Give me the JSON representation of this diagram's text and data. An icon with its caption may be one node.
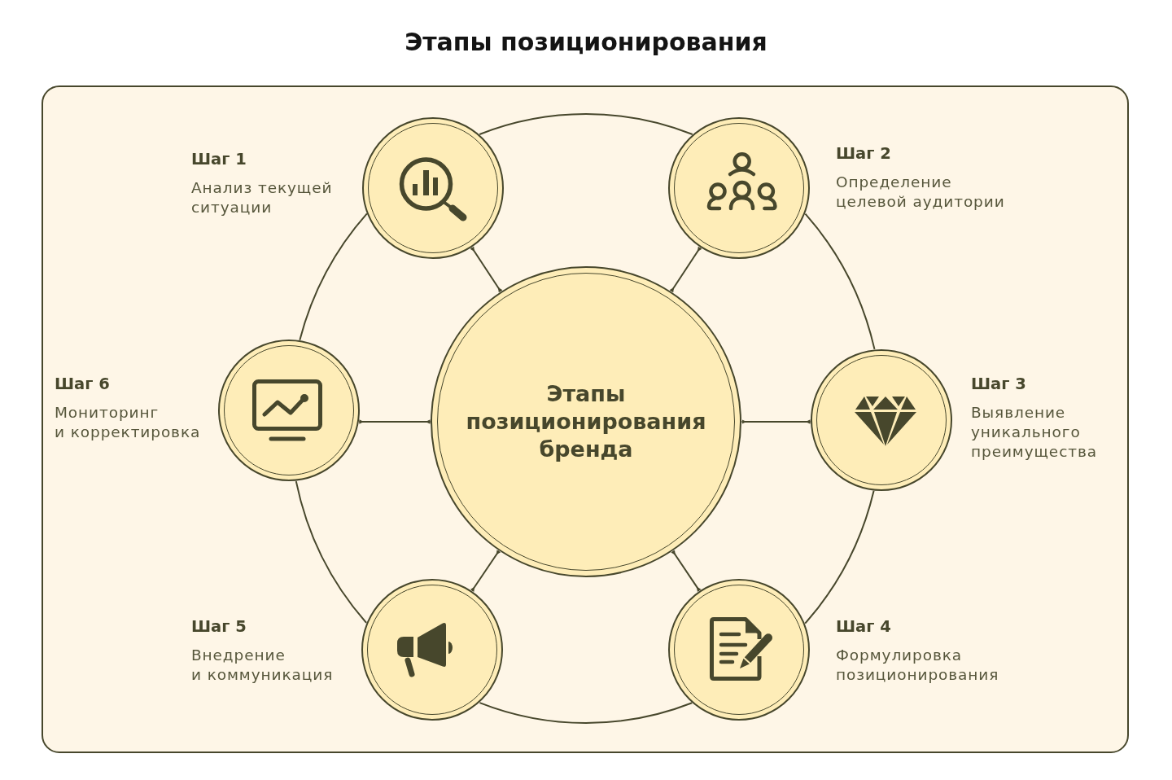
{
  "diagram": {
    "title": "Этапы позиционирования",
    "nodes": [
      {
        "text": [
          "Этапы позиционирования бренда"
        ]
      },
      {
        "text": [],
        "shape": "circle",
        "beside": [
          "Шаг 1",
          "Анализ текущей ситуации"
        ]
      },
      {
        "text": [],
        "shape": "circle",
        "beside": [
          "Шаг 2",
          "Определение целевой аудитории"
        ]
      },
      {
        "text": [],
        "shape": "circle",
        "beside": [
          "Шаг 3",
          "Выявление уникального преимущества"
        ]
      },
      {
        "text": [],
        "shape": "circle",
        "beside": [
          "Шаг 4",
          "Формулировка позиционирования"
        ]
      },
      {
        "text": [],
        "shape": "circle",
        "beside": [
          "Шаг 5",
          "Внедрение и коммуникация"
        ]
      },
      {
        "text": [],
        "shape": "circle",
        "beside": [
          "Шаг 6",
          "Мониторинг и корректировка"
        ]
      }
    ],
    "edges": [
      {
        "from": 0,
        "to": 1,
        "arrow": "other"
      },
      {
        "from": 0,
        "to": 2,
        "arrow": "other"
      },
      {
        "from": 0,
        "to": 3,
        "arrow": "other"
      },
      {
        "from": 0,
        "to": 4,
        "arrow": "other"
      },
      {
        "from": 0,
        "to": 5,
        "arrow": "other"
      },
      {
        "from": 0,
        "to": 6,
        "arrow": "other"
      },
      {
        "from": 1,
        "to": 2,
        "arrow": "none"
      },
      {
        "from": 2,
        "to": 3,
        "arrow": "none"
      },
      {
        "from": 3,
        "to": 4,
        "arrow": "none"
      },
      {
        "from": 4,
        "to": 5,
        "arrow": "none"
      },
      {
        "from": 5,
        "to": 6,
        "arrow": "none"
      },
      {
        "from": 6,
        "to": 1,
        "arrow": "none"
      }
    ]
  }
}
